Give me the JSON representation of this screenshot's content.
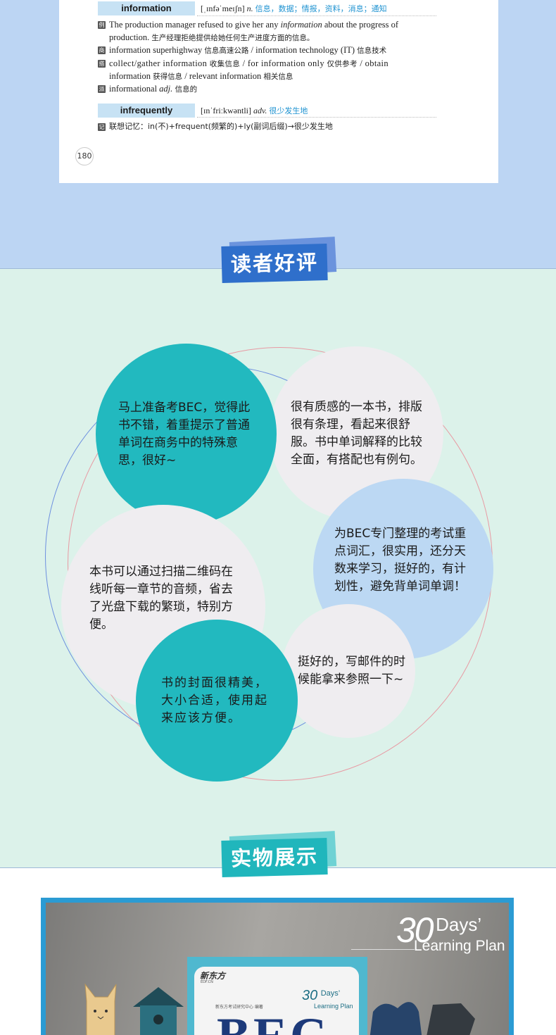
{
  "entries": [
    {
      "word": "information",
      "pronunciation": "[ˌɪnfəˈmeɪʃn]",
      "pos": "n.",
      "meaning": "信息，数据；情报，资料，消息；通知"
    },
    {
      "word": "infrequently",
      "pronunciation": "[ɪnˈfriːkwəntli]",
      "pos": "adv.",
      "meaning": "很少发生地"
    }
  ],
  "tags": {
    "example": "例",
    "business": "商",
    "collocation": "搭",
    "derived": "派",
    "memory": "记"
  },
  "example": {
    "en_1": "The production manager refused to give her any ",
    "en_italic": "information",
    "en_2": " about the progress of",
    "en_3": "production.",
    "zh": "生产经理拒绝提供给她任何生产进度方面的信息。"
  },
  "business": {
    "text_1": "information superhighway ",
    "zh_1": "信息高速公路",
    "text_2": " / information technology (IT) ",
    "zh_2": "信息技术"
  },
  "collocation": {
    "text_1": "collect/gather information ",
    "zh_1": "收集信息",
    "text_2": " / for information only ",
    "zh_2": "仅供参考",
    "text_3": " / obtain",
    "text_4": "information ",
    "zh_3": "获得信息",
    "text_5": " / relevant information ",
    "zh_4": "相关信息"
  },
  "derived": {
    "text": "informational ",
    "pos": "adj.",
    "zh": " 信息的"
  },
  "memory": {
    "text": "联想记忆：in(不)+frequent(频繁的)+ly(副词后缀)→很少发生地"
  },
  "page_number": "180",
  "reviews_title": "读者好评",
  "reviews": [
    "马上准备考BEC，觉得此书不错，着重提示了普通单词在商务中的特殊意思，很好~",
    "很有质感的一本书，排版很有条理，看起来很舒服。书中单词解释的比较全面，有搭配也有例句。",
    "为BEC专门整理的考试重点词汇，很实用，还分天数来学习，挺好的，有计划性，避免背单词单调！",
    "本书可以通过扫描二维码在线听每一章节的音频，省去了光盘下载的繁琐，特别方便。",
    "挺好的，写邮件的时候能拿来参照一下~",
    "书的封面很精美，大小合适，使用起来应该方便。"
  ],
  "photo_title": "实物展示",
  "photo": {
    "days_number": "30",
    "days_word": "Days’",
    "plan": "Learning Plan",
    "publisher": "新东方",
    "publisher_sub": "EDF.CN",
    "book_days_number": "30",
    "book_days_word": "Days’",
    "book_plan": "Learning Plan",
    "book_author": "新东方考试研究中心 编著",
    "book_title": "BEC"
  },
  "colors": {
    "top_bg": "#bcd5f3",
    "mid_bg": "#dcf2ea",
    "teal": "#22b9bf",
    "grey_bubble": "#efedf0",
    "blue_bubble": "#bcd8f3",
    "banner_blue": "#2f6fcb",
    "banner_teal": "#20b6bc",
    "meaning_blue": "#1f93d1"
  }
}
